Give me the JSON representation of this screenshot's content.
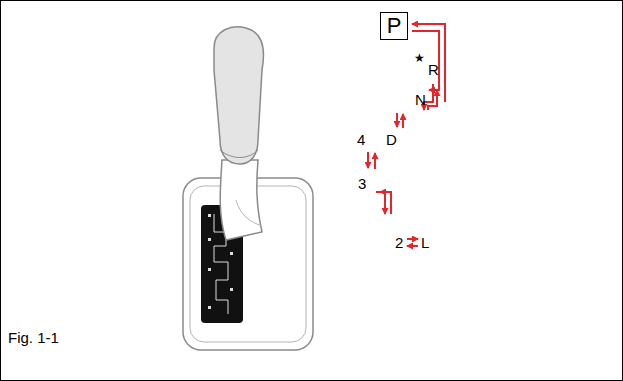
{
  "diagram": {
    "caption": "Fig. 1-1",
    "nodes": [
      {
        "text": [
          "P"
        ]
      }
    ],
    "labels": [
      "★",
      "R",
      "N",
      "4",
      "D",
      "3",
      "2",
      "L"
    ]
  }
}
